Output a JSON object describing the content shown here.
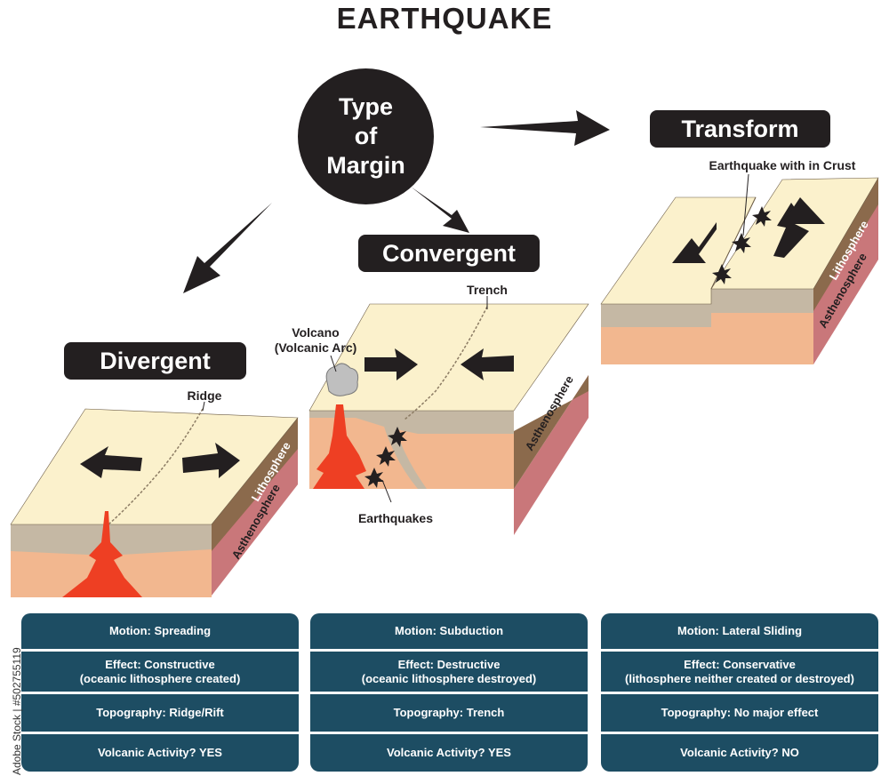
{
  "title": "EARTHQUAKE",
  "center": {
    "line1": "Type",
    "line2": "of",
    "line3": "Margin"
  },
  "types": {
    "divergent": "Divergent",
    "convergent": "Convergent",
    "transform": "Transform"
  },
  "labels": {
    "ridge": "Ridge",
    "lithosphere": "Lithosphere",
    "asthenosphere": "Asthenosphere",
    "trench": "Trench",
    "volcano_line1": "Volcano",
    "volcano_line2": "(Volcanic Arc)",
    "earthquakes": "Earthquakes",
    "earthquake_crust": "Earthquake with in Crust"
  },
  "panels": {
    "divergent": {
      "motion": "Motion: Spreading",
      "effect_line1": "Effect: Constructive",
      "effect_line2": "(oceanic lithosphere created)",
      "topography": "Topography: Ridge/Rift",
      "volcanic": "Volcanic Activity? YES"
    },
    "convergent": {
      "motion": "Motion: Subduction",
      "effect_line1": "Effect: Destructive",
      "effect_line2": "(oceanic lithosphere destroyed)",
      "topography": "Topography: Trench",
      "volcanic": "Volcanic Activity? YES"
    },
    "transform": {
      "motion": "Motion: Lateral Sliding",
      "effect_line1": "Effect: Conservative",
      "effect_line2": "(lithosphere neither created or destroyed)",
      "topography": "Topography: No major effect",
      "volcanic": "Volcanic Activity? NO"
    }
  },
  "watermark": "Adobe Stock | #502755119",
  "colors": {
    "dark": "#231f20",
    "panel": "#1d4d63",
    "crust_top": "#fbf1cc",
    "litho": "#c5b8a4",
    "astheno": "#f2b78f",
    "side_litho": "#8b6a4c",
    "side_astheno": "#c9777a",
    "magma": "#ee3f23"
  }
}
